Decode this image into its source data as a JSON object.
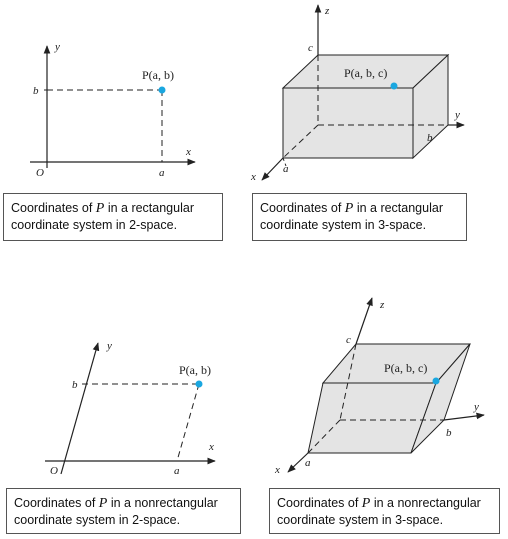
{
  "panels": [
    {
      "id": "rect-2d",
      "point_label": "P(a, b)",
      "axis_labels": {
        "x": "x",
        "y": "y",
        "origin": "O",
        "a": "a",
        "b": "b"
      },
      "caption": {
        "line1_pre": "Coordinates of ",
        "var": "P",
        "line1_post": " in a rectangular",
        "line2": "coordinate system in 2-space."
      }
    },
    {
      "id": "rect-3d",
      "point_label": "P(a, b, c)",
      "axis_labels": {
        "x": "x",
        "y": "y",
        "z": "z",
        "a": "a",
        "b": "b",
        "c": "c"
      },
      "caption": {
        "line1_pre": "Coordinates of ",
        "var": "P",
        "line1_post": " in a rectangular",
        "line2": "coordinate system in 3-space."
      }
    },
    {
      "id": "nonrect-2d",
      "point_label": "P(a, b)",
      "axis_labels": {
        "x": "x",
        "y": "y",
        "origin": "O",
        "a": "a",
        "b": "b"
      },
      "caption": {
        "line1_pre": "Coordinates of ",
        "var": "P",
        "line1_post": " in a nonrectangular",
        "line2": "coordinate system in 2-space."
      }
    },
    {
      "id": "nonrect-3d",
      "point_label": "P(a, b, c)",
      "axis_labels": {
        "x": "x",
        "y": "y",
        "z": "z",
        "a": "a",
        "b": "b",
        "c": "c"
      },
      "caption": {
        "line1_pre": "Coordinates of ",
        "var": "P",
        "line1_post": " in a nonrectangular",
        "line2": "coordinate system in 3-space."
      }
    }
  ],
  "colors": {
    "point": "#1aa7e0",
    "box_fill": "#e4e4e4",
    "stroke": "#222222"
  }
}
